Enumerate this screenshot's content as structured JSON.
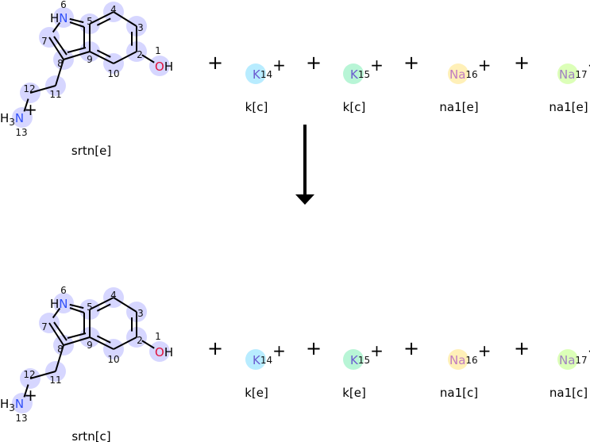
{
  "reactants": {
    "molecule": {
      "name": "srtn[e]"
    },
    "ions": [
      {
        "symbol": "K",
        "index": "14",
        "charge": "+",
        "name": "k[c]",
        "circle_color": "#b8ecff",
        "text_color": "#6c5cd0"
      },
      {
        "symbol": "K",
        "index": "15",
        "charge": "+",
        "name": "k[c]",
        "circle_color": "#b8f5d6",
        "text_color": "#6c5cd0"
      },
      {
        "symbol": "Na",
        "index": "16",
        "charge": "+",
        "name": "na1[e]",
        "circle_color": "#fff0b8",
        "text_color": "#c07cc0"
      },
      {
        "symbol": "Na",
        "index": "17",
        "charge": "+",
        "name": "na1[e]",
        "circle_color": "#dcffb8",
        "text_color": "#a080c0"
      }
    ]
  },
  "products": {
    "molecule": {
      "name": "srtn[c]"
    },
    "ions": [
      {
        "symbol": "K",
        "index": "14",
        "charge": "+",
        "name": "k[e]",
        "circle_color": "#b8ecff",
        "text_color": "#6c5cd0"
      },
      {
        "symbol": "K",
        "index": "15",
        "charge": "+",
        "name": "k[e]",
        "circle_color": "#b8f5d6",
        "text_color": "#6c5cd0"
      },
      {
        "symbol": "Na",
        "index": "16",
        "charge": "+",
        "name": "na1[c]",
        "circle_color": "#fff0b8",
        "text_color": "#c07cc0"
      },
      {
        "symbol": "Na",
        "index": "17",
        "charge": "+",
        "name": "na1[c]",
        "circle_color": "#dcffb8",
        "text_color": "#a080c0"
      }
    ]
  },
  "plus_sign": "+",
  "atom_labels": {
    "n6": "N",
    "h6": "H",
    "o1": "O",
    "h1": "H",
    "n13": "N",
    "h13": "H",
    "h13_sub": "3",
    "charge13": "+"
  },
  "atom_numbers": [
    "1",
    "2",
    "3",
    "4",
    "5",
    "6",
    "7",
    "8",
    "9",
    "10",
    "11",
    "12",
    "13"
  ],
  "colors": {
    "highlight": "#d6d6ff",
    "nitrogen": "#3050f8",
    "oxygen": "#e0103a",
    "bond": "#000000"
  }
}
